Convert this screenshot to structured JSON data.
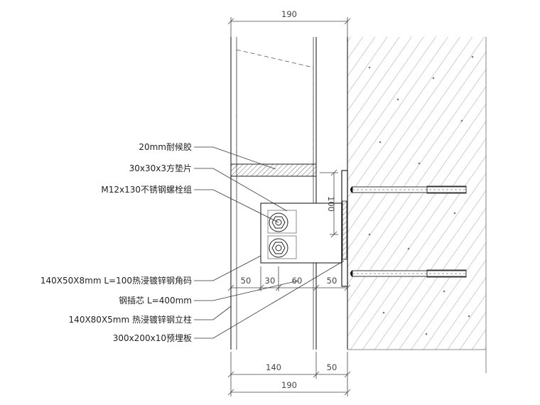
{
  "dimensions": {
    "top_total": "190",
    "bottom_left": "140",
    "bottom_right": "50",
    "bottom_total": "190",
    "mid_1": "50",
    "mid_2": "30",
    "mid_3": "60",
    "mid_4": "50",
    "vertical": "100"
  },
  "callouts": [
    "20mm耐候胶",
    "30x30x3方垫片",
    "M12x130不锈钢螺栓组",
    "140X50X8mm L=100热浸镀锌钢角码",
    "钢插芯 L=400mm",
    "140X80X5mm 热浸镀锌钢立柱",
    "300x200x10预埋板"
  ]
}
